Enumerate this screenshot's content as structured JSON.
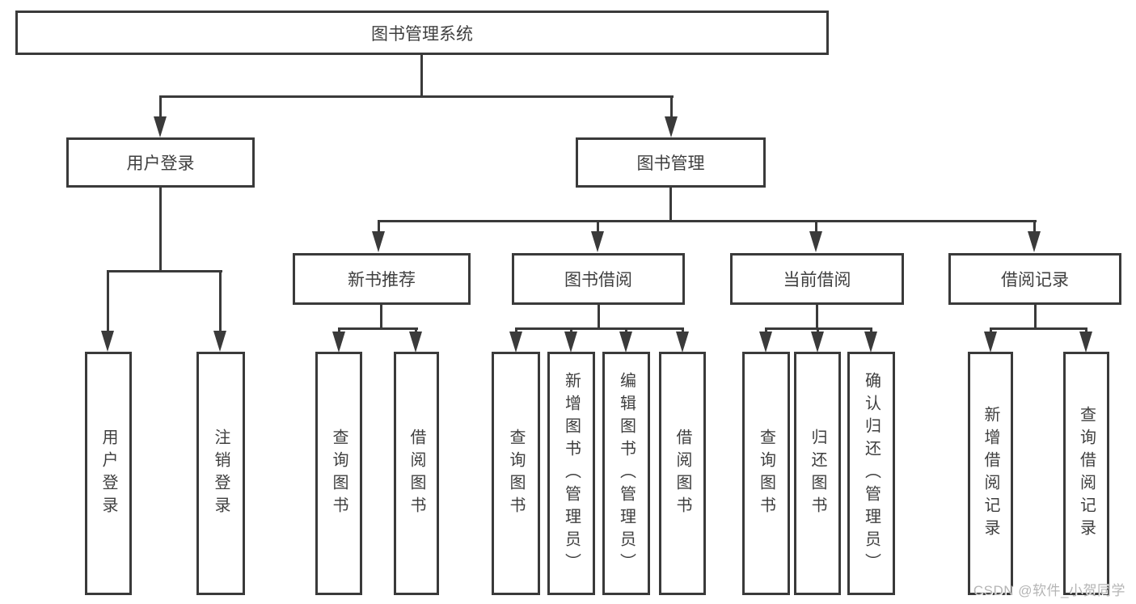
{
  "nodes": {
    "root": "图书管理系统",
    "user_login": "用户登录",
    "book_management": "图书管理",
    "new_book_recommend": "新书推荐",
    "book_borrow": "图书借阅",
    "current_borrow": "当前借阅",
    "borrow_records": "借阅记录"
  },
  "leaves": {
    "user_login": "用户登录",
    "logout": "注销登录",
    "query_books_1": "查询图书",
    "borrow_books_1": "借阅图书",
    "query_books_2": "查询图书",
    "add_books_admin": "新增图书（管理员）",
    "edit_books_admin": "编辑图书（管理员）",
    "borrow_books_2": "借阅图书",
    "query_books_3": "查询图书",
    "return_books": "归还图书",
    "confirm_return_admin": "确认归还（管理员）",
    "add_borrow_record": "新增借阅记录",
    "query_borrow_record": "查询借阅记录"
  },
  "watermark": "CSDN @软件_小贺同学",
  "colors": {
    "line": "#3a3a3a",
    "text": "#3f3f3f",
    "watermark": "#b5b5b5"
  }
}
